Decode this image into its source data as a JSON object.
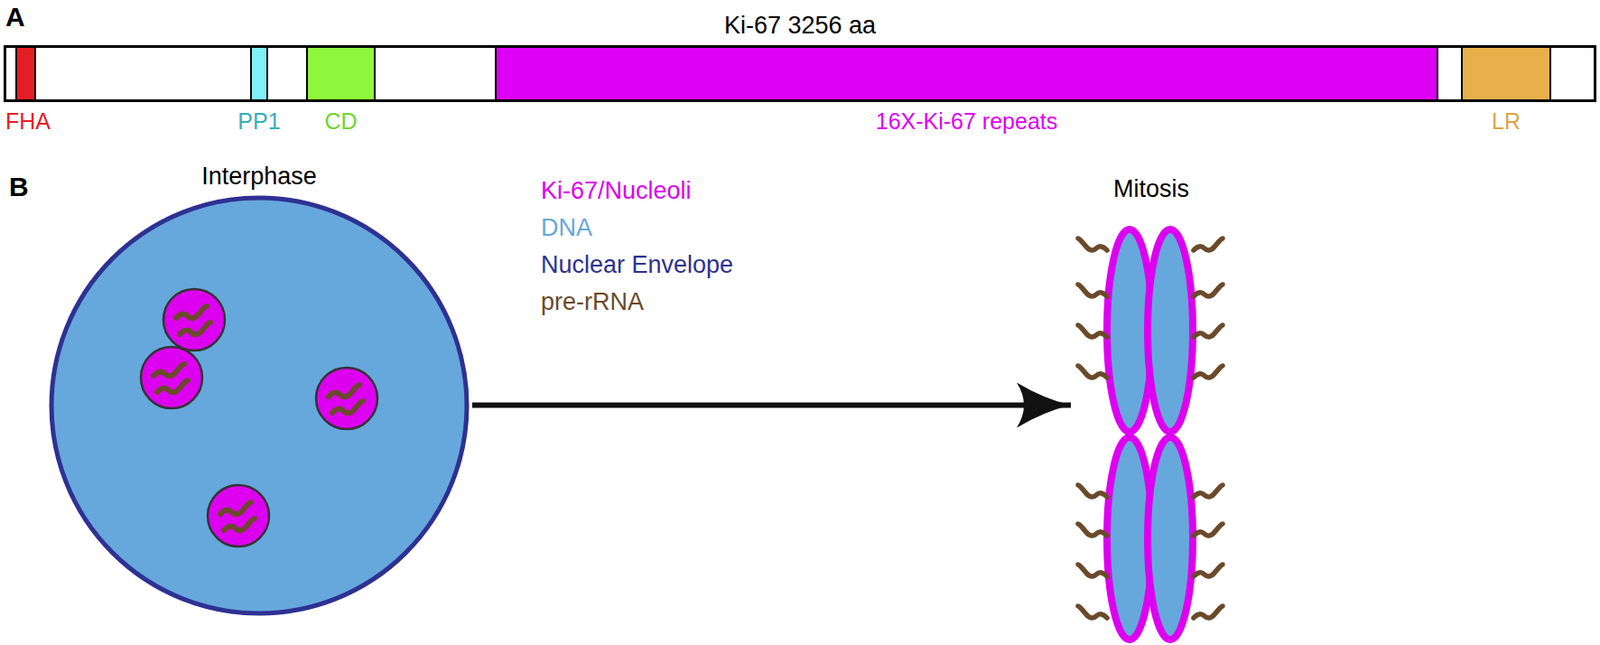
{
  "diagram": {
    "nodes": [
      {
        "text": [
          "Ki-67 3256 aa"
        ]
      },
      {
        "text": [
          "FHA"
        ],
        "in": 0
      },
      {
        "text": [
          "PP1"
        ],
        "in": 0
      },
      {
        "text": [
          "CD"
        ],
        "in": 0
      },
      {
        "text": [
          "16X-Ki-67 repeats"
        ],
        "in": 0
      },
      {
        "text": [
          "LR"
        ],
        "in": 0
      },
      {
        "text": [
          "Interphase"
        ]
      },
      {
        "text": [
          "Mitosis"
        ]
      }
    ],
    "edges": [
      {
        "from": 6,
        "to": 7,
        "arrow": "to"
      }
    ],
    "labels": [
      "A",
      "B"
    ],
    "legend": [
      {
        "text": "Ki-67/Nucleoli",
        "color": "#dd00f0"
      },
      {
        "text": "DNA",
        "color": "#66a8dc"
      },
      {
        "text": "Nuclear Envelope",
        "color": "#2e3192"
      },
      {
        "text": "pre-rRNA",
        "color": "#6b4a2a"
      }
    ]
  }
}
